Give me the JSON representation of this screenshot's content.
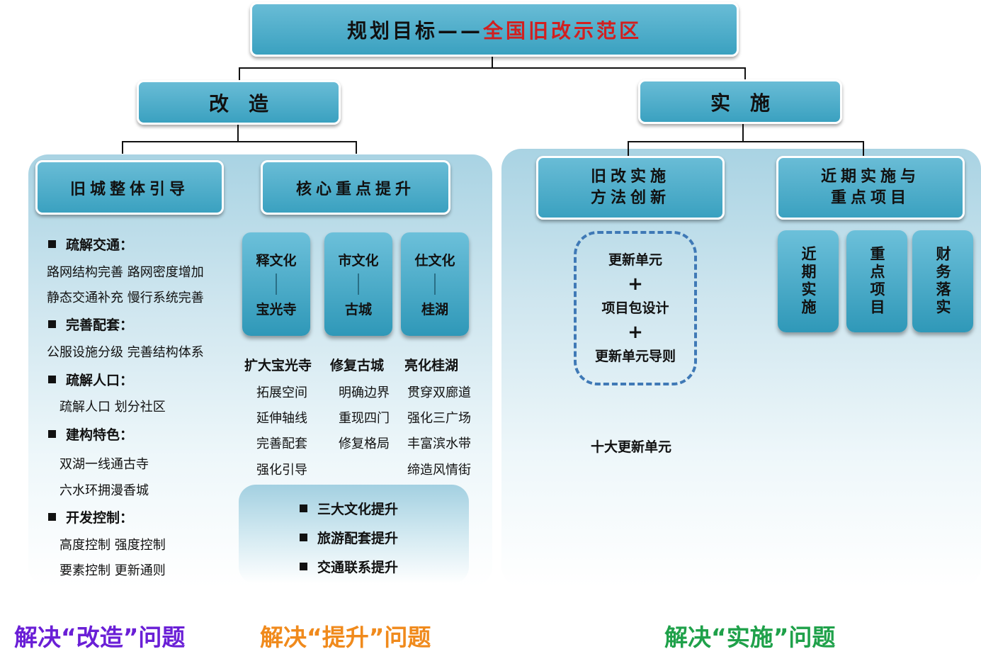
{
  "title": {
    "main": "规划目标——",
    "highlight": "全国旧改示范区"
  },
  "branches": {
    "left": "改　造",
    "right": "实　施"
  },
  "left_panel": {
    "box1": "旧城整体引导",
    "box2": "核心重点提升",
    "sections": [
      {
        "heading": "疏解交通：",
        "lines": [
          "路网结构完善  路网密度增加",
          "静态交通补充  慢行系统完善"
        ]
      },
      {
        "heading": "完善配套：",
        "lines": [
          "公服设施分级  完善结构体系"
        ]
      },
      {
        "heading": "疏解人口：",
        "lines": [
          "疏解人口  划分社区"
        ]
      },
      {
        "heading": "建构特色：",
        "lines": [
          "双湖一线通古寺",
          "六水环拥漫香城"
        ]
      },
      {
        "heading": "开发控制：",
        "lines": [
          "高度控制  强度控制",
          "要素控制  更新通则"
        ]
      }
    ],
    "pills": [
      {
        "top": "释文化",
        "bottom": "宝光寺"
      },
      {
        "top": "市文化",
        "bottom": "古城"
      },
      {
        "top": "仕文化",
        "bottom": "桂湖"
      }
    ],
    "columns": [
      {
        "title": "扩大宝光寺",
        "items": [
          "拓展空间",
          "延伸轴线",
          "完善配套",
          "强化引导"
        ]
      },
      {
        "title": "修复古城",
        "items": [
          "明确边界",
          "重现四门",
          "修复格局"
        ]
      },
      {
        "title": "亮化桂湖",
        "items": [
          "贯穿双廊道",
          "强化三广场",
          "丰富滨水带",
          "缔造风情街"
        ]
      }
    ],
    "summary": [
      "三大文化提升",
      "旅游配套提升",
      "交通联系提升"
    ]
  },
  "right_panel": {
    "box1": [
      "旧改实施",
      "方法创新"
    ],
    "box2": [
      "近期实施与",
      "重点项目"
    ],
    "dashed": [
      "更新单元",
      "+",
      "项目包设计",
      "+",
      "更新单元导则"
    ],
    "note": "十大更新单元",
    "vboxes": [
      "近期实施",
      "重点项目",
      "财务落实"
    ]
  },
  "bottom_labels": [
    {
      "text": "解决“改造”问题",
      "color": "#6a1fd6"
    },
    {
      "text": "解决“提升”问题",
      "color": "#f08a1c"
    },
    {
      "text": "解决“实施”问题",
      "color": "#1fa14a"
    }
  ]
}
